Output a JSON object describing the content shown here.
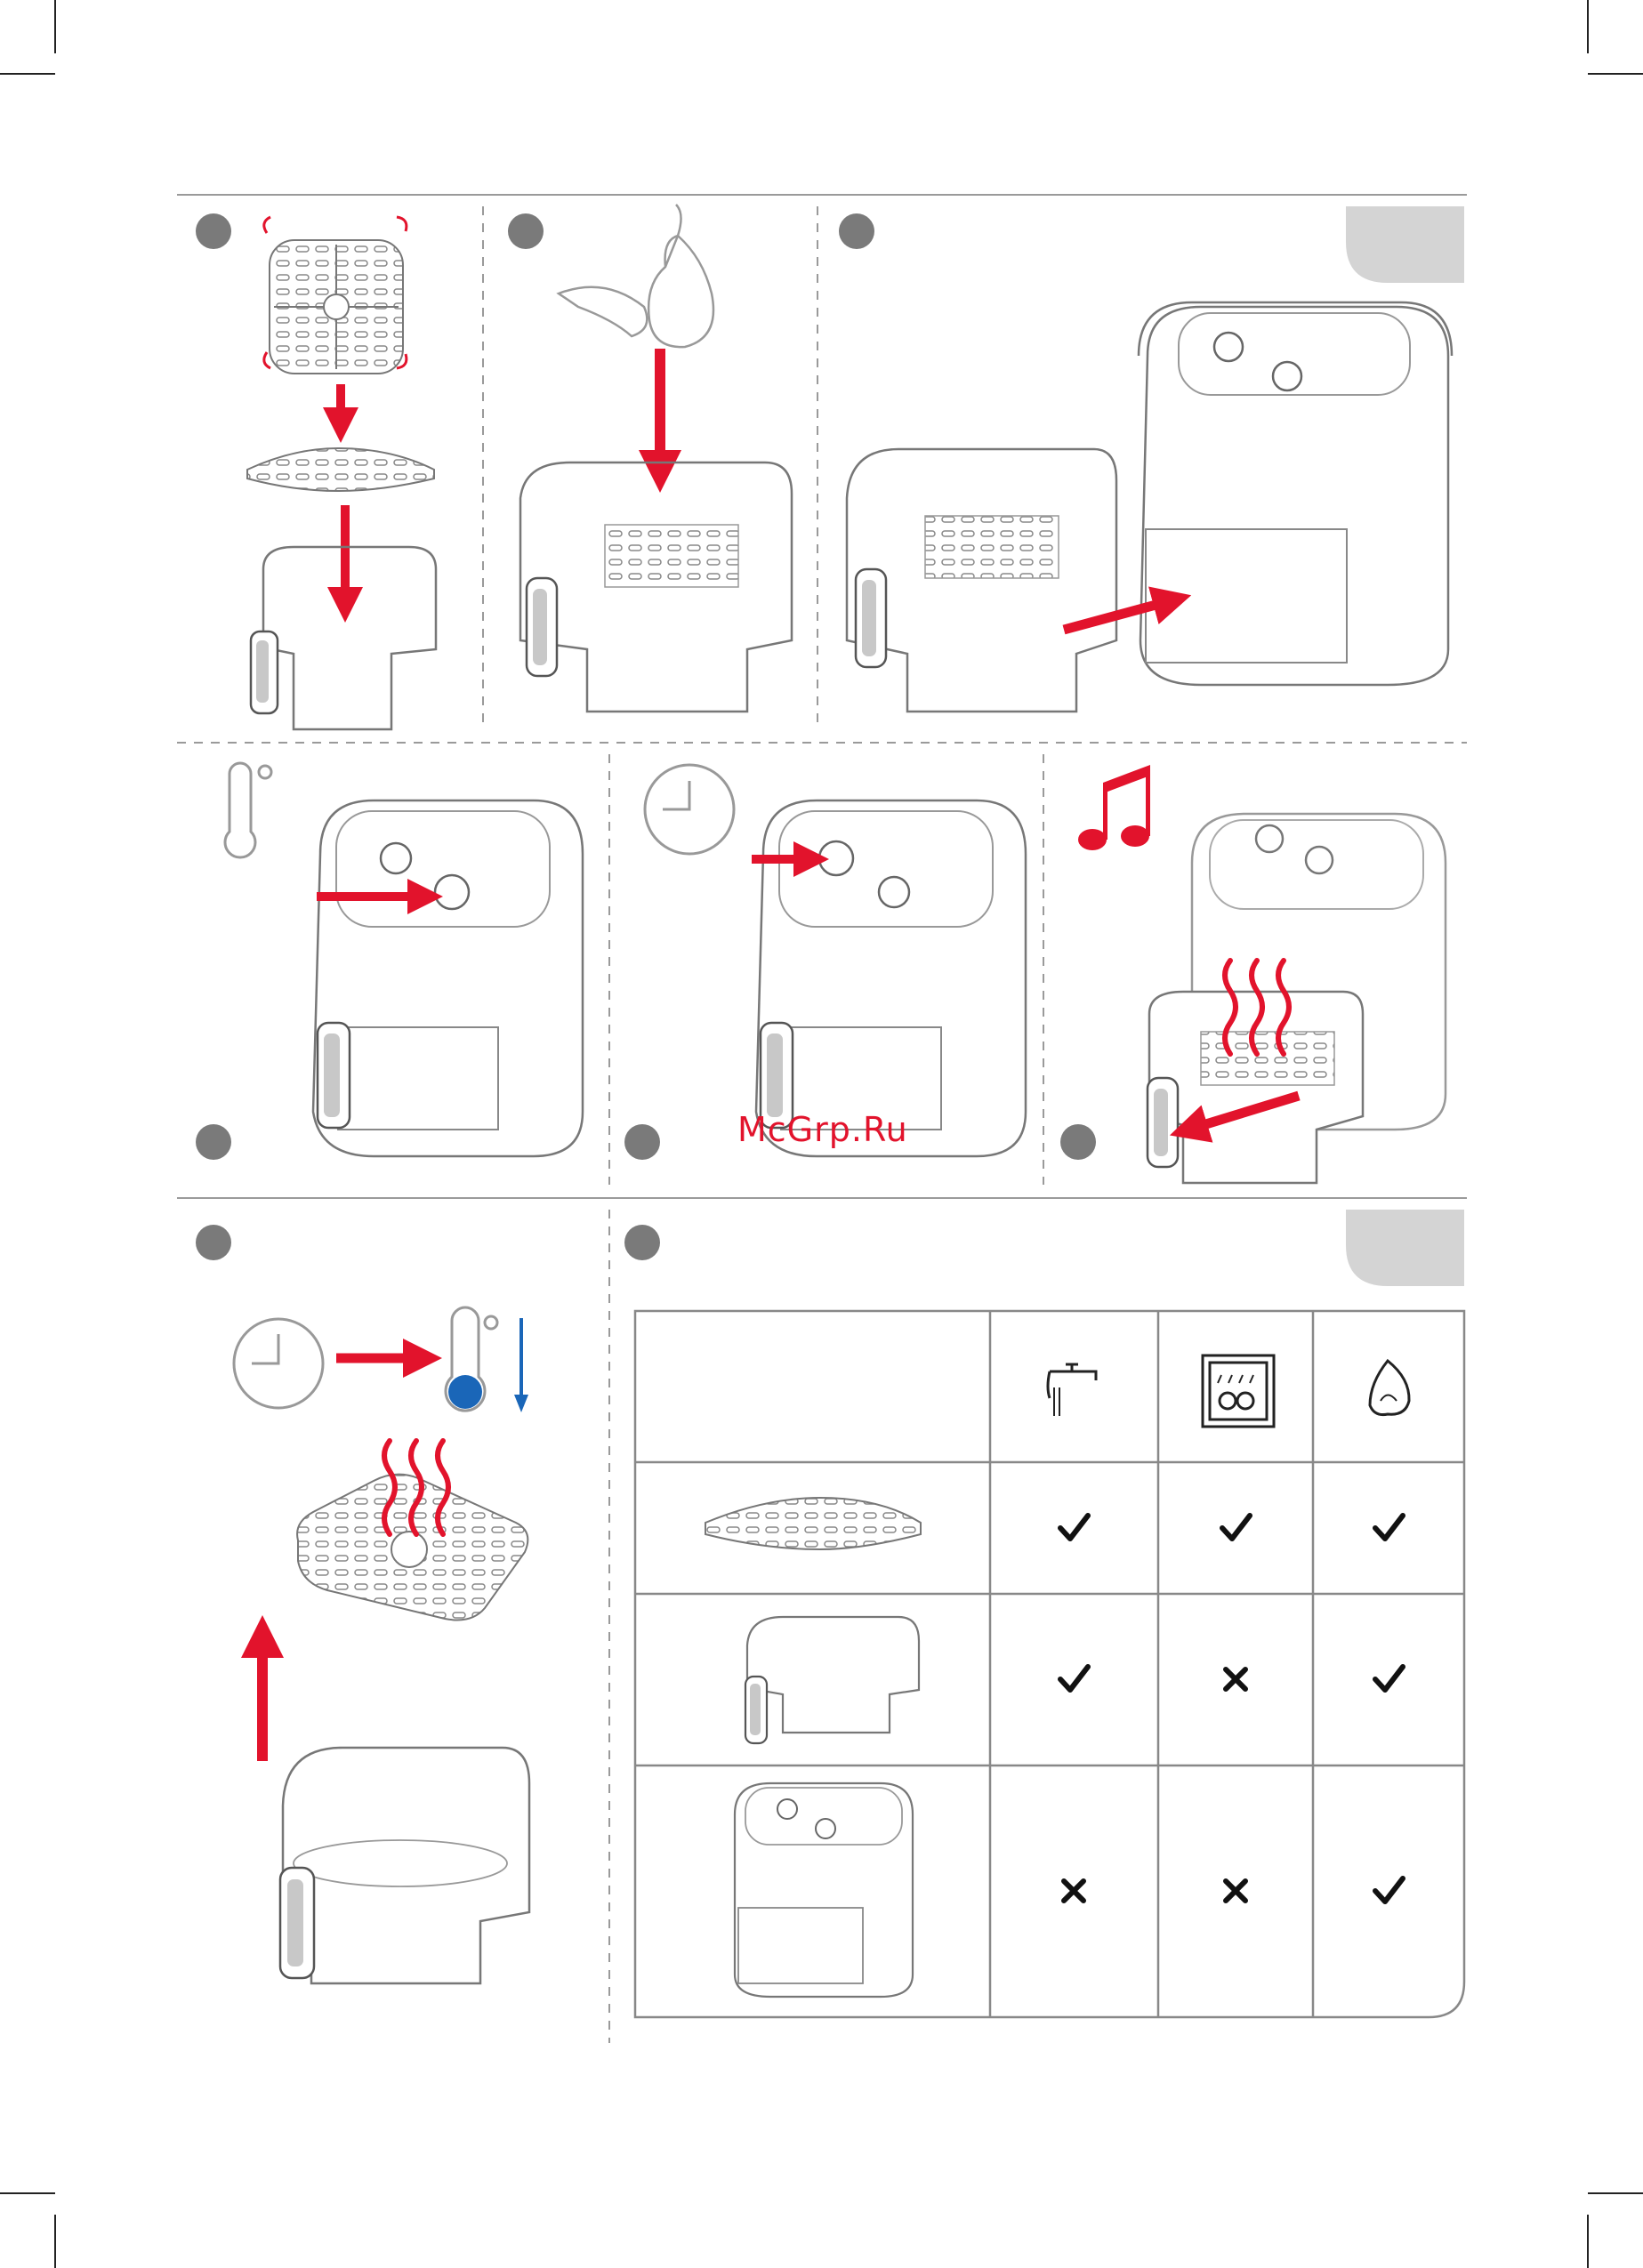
{
  "watermark": "McGrp.Ru",
  "colors": {
    "accent": "#e2132c",
    "cool": "#1a66b8",
    "step_badge": "#7a7a7a",
    "tab": "#d4d4d4",
    "line": "#9a9a9a"
  },
  "steps": [
    {
      "panel": "assemble-grill",
      "icons": [
        "rotate-arrow-icon"
      ]
    },
    {
      "panel": "add-food",
      "icons": [
        "tongs-icon",
        "pear-icon"
      ]
    },
    {
      "panel": "insert-basket",
      "icons": []
    },
    {
      "panel": "set-temperature",
      "icons": [
        "thermometer-icon"
      ]
    },
    {
      "panel": "set-timer",
      "icons": [
        "clock-icon"
      ]
    },
    {
      "panel": "end-signal",
      "icons": [
        "music-note-icon"
      ]
    },
    {
      "panel": "cool-down",
      "icons": [
        "clock-icon",
        "thermometer-icon",
        "down-arrow-icon"
      ]
    },
    {
      "panel": "cleaning",
      "icons": []
    }
  ],
  "cleaning_table": {
    "columns": [
      "tap-water-icon",
      "dishwasher-icon",
      "sponge-icon"
    ],
    "rows": [
      {
        "part": "grill-plate",
        "values": [
          true,
          true,
          true
        ]
      },
      {
        "part": "basket",
        "values": [
          true,
          false,
          true
        ]
      },
      {
        "part": "main-unit",
        "values": [
          false,
          false,
          true
        ]
      }
    ]
  }
}
